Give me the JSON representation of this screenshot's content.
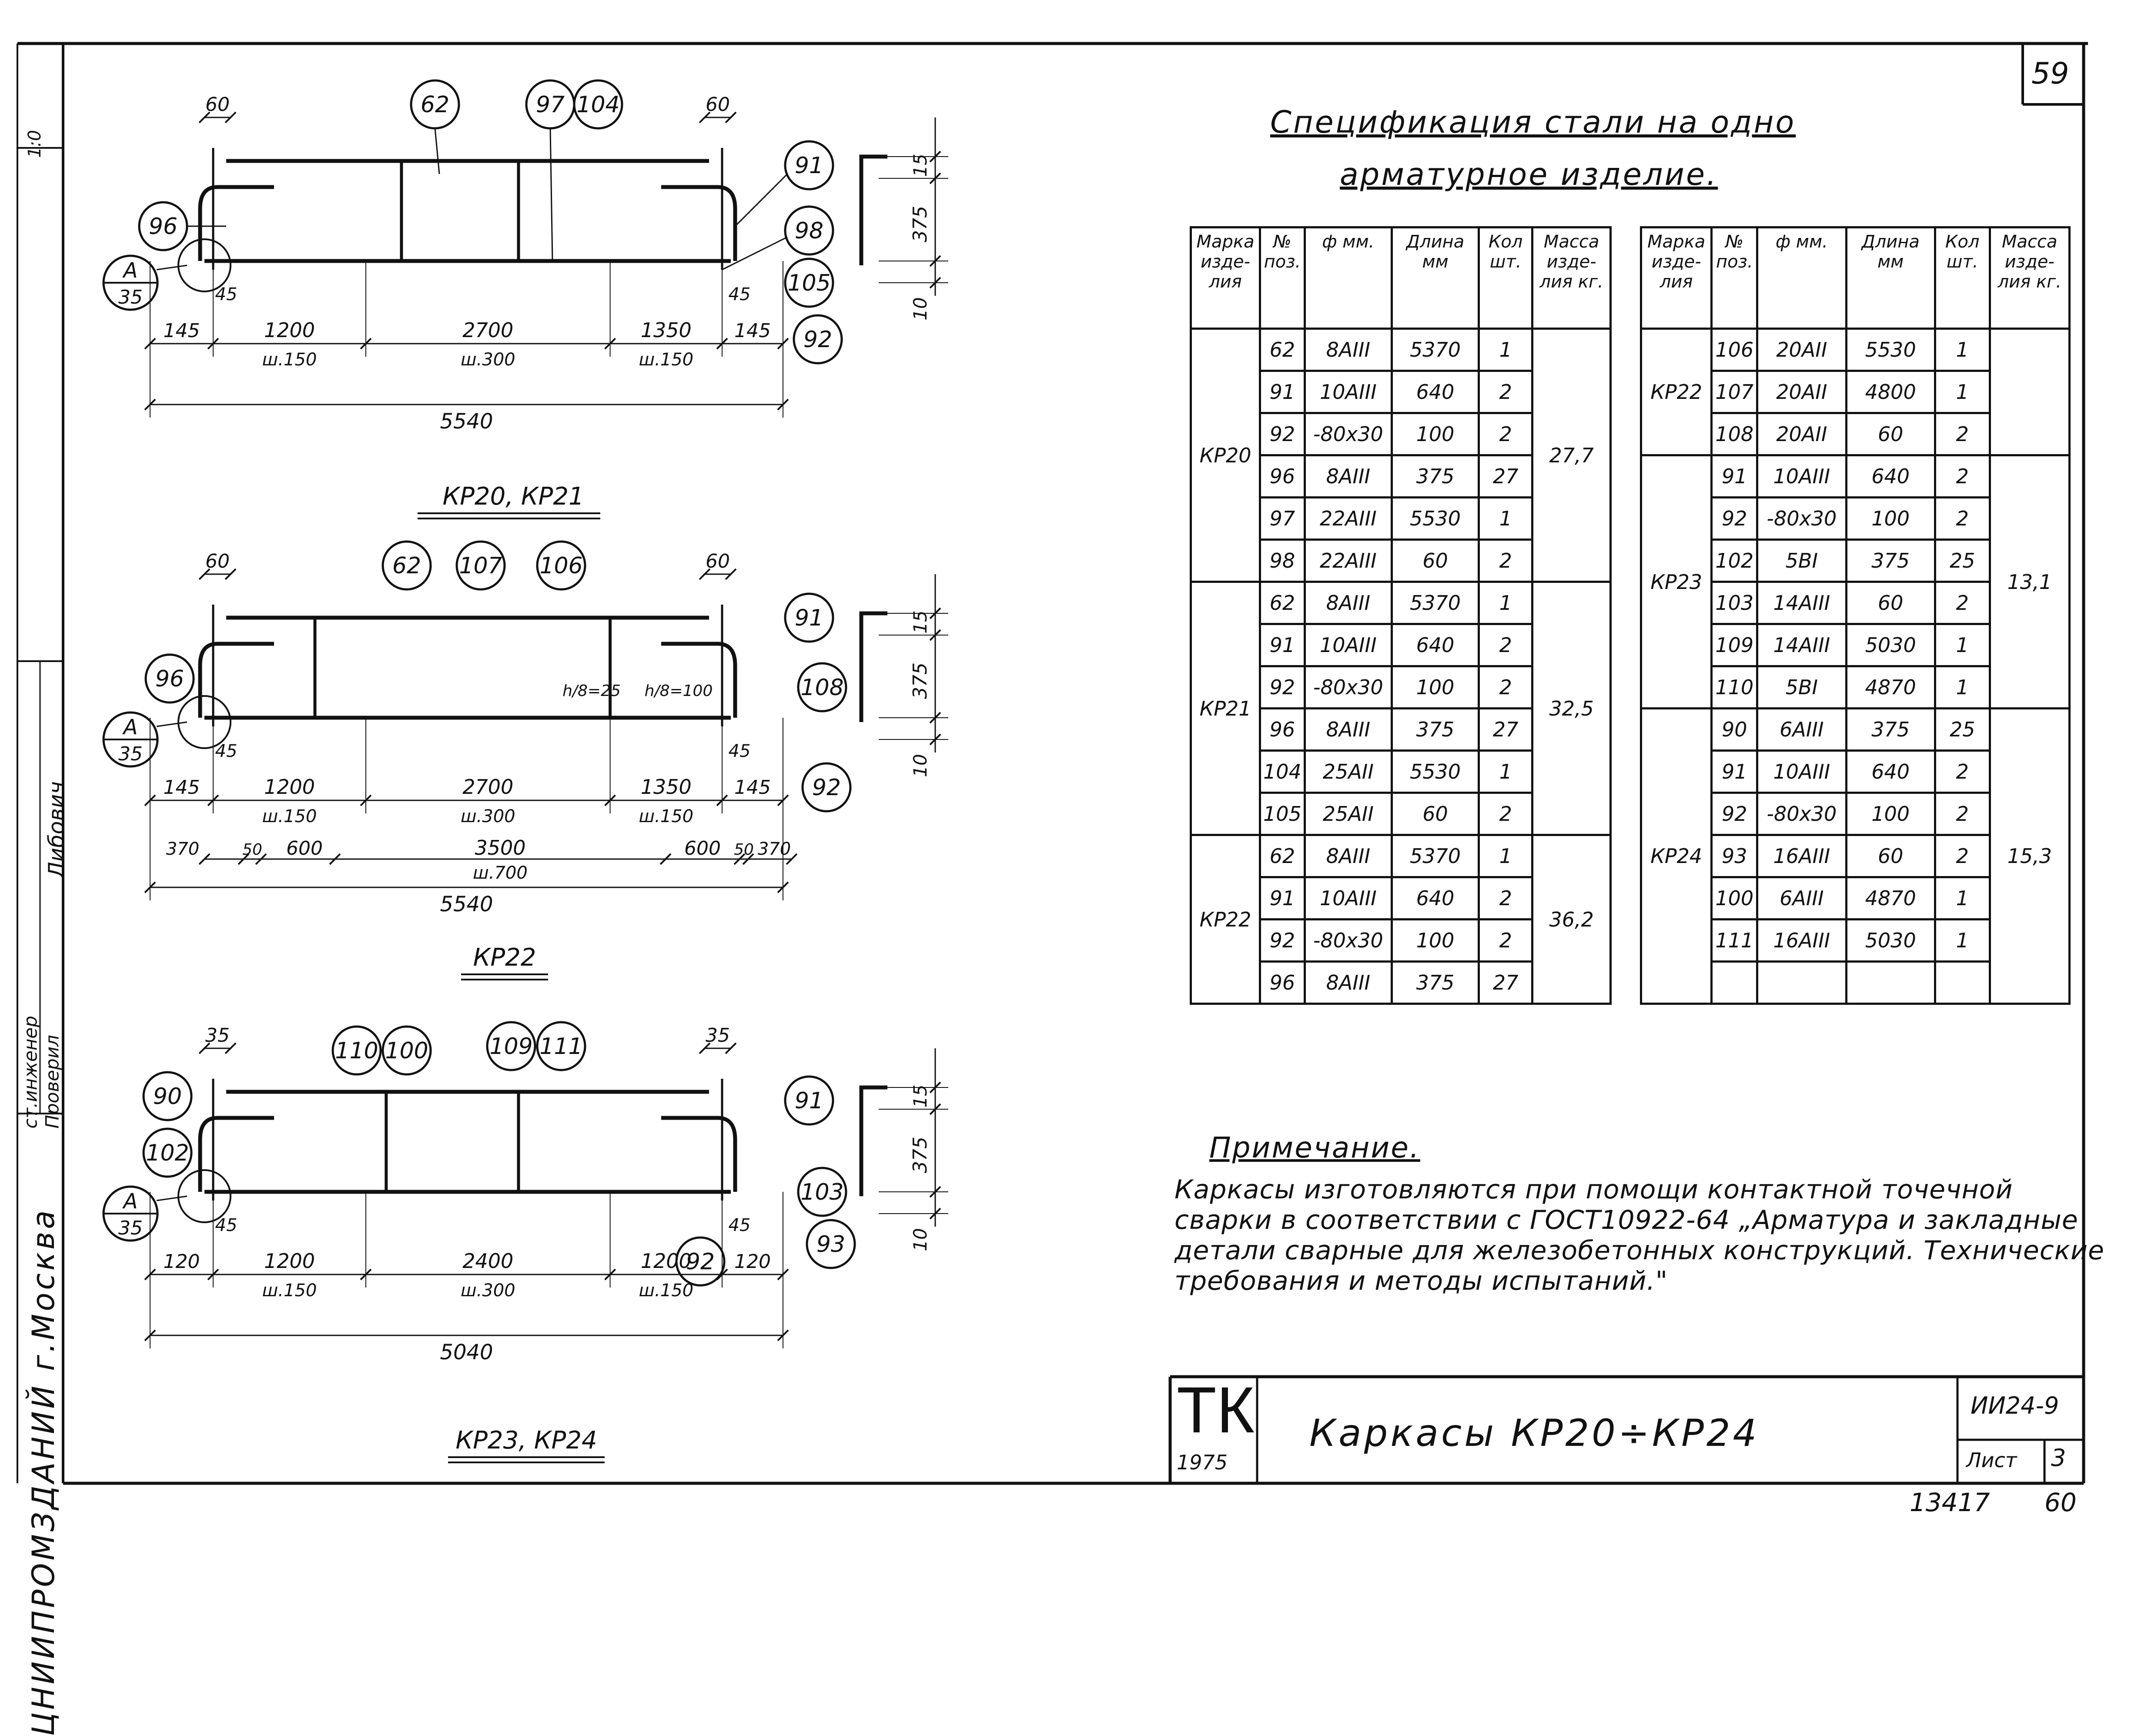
{
  "sheet": {
    "page_no": "59",
    "org": "ЦНИИПРОМЗДАНИЙ г.Москва",
    "stamp_text": "ТК",
    "stamp_year": "1975",
    "stamp_title": "Каркасы КР20÷КР24",
    "doc_code": "ИИ24-9",
    "sheet_label": "Лист",
    "sheet_no": "3",
    "archive_no": "13417",
    "archive_page": "60",
    "sidebar_sign": "Либович",
    "sidebar_roles": [
      "ст.инженер",
      "Проверил"
    ],
    "sidebar_top": "1:0"
  },
  "spec": {
    "title_line1": "Спецификация стали на одно",
    "title_line2": "арматурное изделие.",
    "headers": [
      "Марка изде-лия",
      "№ поз.",
      "ф мм.",
      "Длина мм",
      "Кол шт.",
      "Масса изде-лия кг."
    ],
    "left": [
      {
        "mark": "КР20",
        "mass": "27,7",
        "rows": [
          [
            "62",
            "8AIII",
            "5370",
            "1"
          ],
          [
            "91",
            "10AIII",
            "640",
            "2"
          ],
          [
            "92",
            "-80x30",
            "100",
            "2"
          ],
          [
            "96",
            "8AIII",
            "375",
            "27"
          ],
          [
            "97",
            "22AIII",
            "5530",
            "1"
          ],
          [
            "98",
            "22AIII",
            "60",
            "2"
          ]
        ]
      },
      {
        "mark": "КР21",
        "mass": "32,5",
        "rows": [
          [
            "62",
            "8AIII",
            "5370",
            "1"
          ],
          [
            "91",
            "10AIII",
            "640",
            "2"
          ],
          [
            "92",
            "-80x30",
            "100",
            "2"
          ],
          [
            "96",
            "8AIII",
            "375",
            "27"
          ],
          [
            "104",
            "25AII",
            "5530",
            "1"
          ],
          [
            "105",
            "25AII",
            "60",
            "2"
          ]
        ]
      },
      {
        "mark": "КР22",
        "mass": "36,2",
        "rows": [
          [
            "62",
            "8AIII",
            "5370",
            "1"
          ],
          [
            "91",
            "10AIII",
            "640",
            "2"
          ],
          [
            "92",
            "-80x30",
            "100",
            "2"
          ],
          [
            "96",
            "8AIII",
            "375",
            "27"
          ]
        ]
      }
    ],
    "right": [
      {
        "mark": "КР22",
        "mass": "",
        "rows": [
          [
            "106",
            "20AII",
            "5530",
            "1"
          ],
          [
            "107",
            "20AII",
            "4800",
            "1"
          ],
          [
            "108",
            "20AII",
            "60",
            "2"
          ]
        ]
      },
      {
        "mark": "КР23",
        "mass": "13,1",
        "rows": [
          [
            "91",
            "10AIII",
            "640",
            "2"
          ],
          [
            "92",
            "-80x30",
            "100",
            "2"
          ],
          [
            "102",
            "5BI",
            "375",
            "25"
          ],
          [
            "103",
            "14AIII",
            "60",
            "2"
          ],
          [
            "109",
            "14AIII",
            "5030",
            "1"
          ],
          [
            "110",
            "5BI",
            "4870",
            "1"
          ]
        ]
      },
      {
        "mark": "КР24",
        "mass": "15,3",
        "rows": [
          [
            "90",
            "6AIII",
            "375",
            "25"
          ],
          [
            "91",
            "10AIII",
            "640",
            "2"
          ],
          [
            "92",
            "-80x30",
            "100",
            "2"
          ],
          [
            "93",
            "16AIII",
            "60",
            "2"
          ],
          [
            "100",
            "6AIII",
            "4870",
            "1"
          ],
          [
            "111",
            "16AIII",
            "5030",
            "1"
          ],
          [
            "",
            "",
            "",
            ""
          ]
        ]
      }
    ]
  },
  "note": {
    "title": "Примечание.",
    "text": "Каркасы изготовляются при помощи контактной точечной сварки в соответствии с ГОСТ10922-64 „Арматура и закладные детали сварные для железобетонных конструкций. Технические требования и методы испытаний.\""
  },
  "drawings": {
    "d1": {
      "caption": "КР20, КР21",
      "balloons": [
        "62",
        "97",
        "104",
        "91",
        "96",
        "98",
        "105",
        "92"
      ],
      "section": [
        "А",
        "35"
      ],
      "dims": {
        "ends": "60",
        "weld": "45",
        "edge": "145",
        "seg1": "1200",
        "seg1s": "ш.150",
        "seg2": "2700",
        "seg2s": "ш.300",
        "seg3": "1350",
        "seg3s": "ш.150",
        "total": "5540",
        "h15": "15",
        "h375": "375",
        "h10": "10"
      }
    },
    "d2": {
      "caption": "КР22",
      "balloons": [
        "62",
        "107",
        "106",
        "91",
        "96",
        "108",
        "92"
      ],
      "section": [
        "А",
        "35"
      ],
      "dims": {
        "ends": "60",
        "weld": "45",
        "edge": "145",
        "seg1": "1200",
        "seg1s": "ш.150",
        "seg2": "2700",
        "seg2s": "ш.300",
        "seg3": "1350",
        "seg3s": "ш.150",
        "b370": "370",
        "b50": "50",
        "b600": "600",
        "b3500": "3500",
        "b3500s": "ш.700",
        "total": "5540",
        "h15": "15",
        "h375": "375",
        "h10": "10",
        "hb25": "h/8=25",
        "hb100": "h/8=100"
      }
    },
    "d3": {
      "caption": "КР23, КР24",
      "balloons": [
        "110",
        "100",
        "109",
        "111",
        "90",
        "102",
        "91",
        "103",
        "92",
        "93"
      ],
      "section": [
        "А",
        "35"
      ],
      "dims": {
        "ends": "35",
        "weld": "45",
        "edge": "120",
        "seg1": "1200",
        "seg1s": "ш.150",
        "seg2": "2400",
        "seg2s": "ш.300",
        "seg3": "1200",
        "seg3s": "ш.150",
        "total": "5040",
        "h15": "15",
        "h375": "375",
        "h10": "10"
      }
    }
  }
}
